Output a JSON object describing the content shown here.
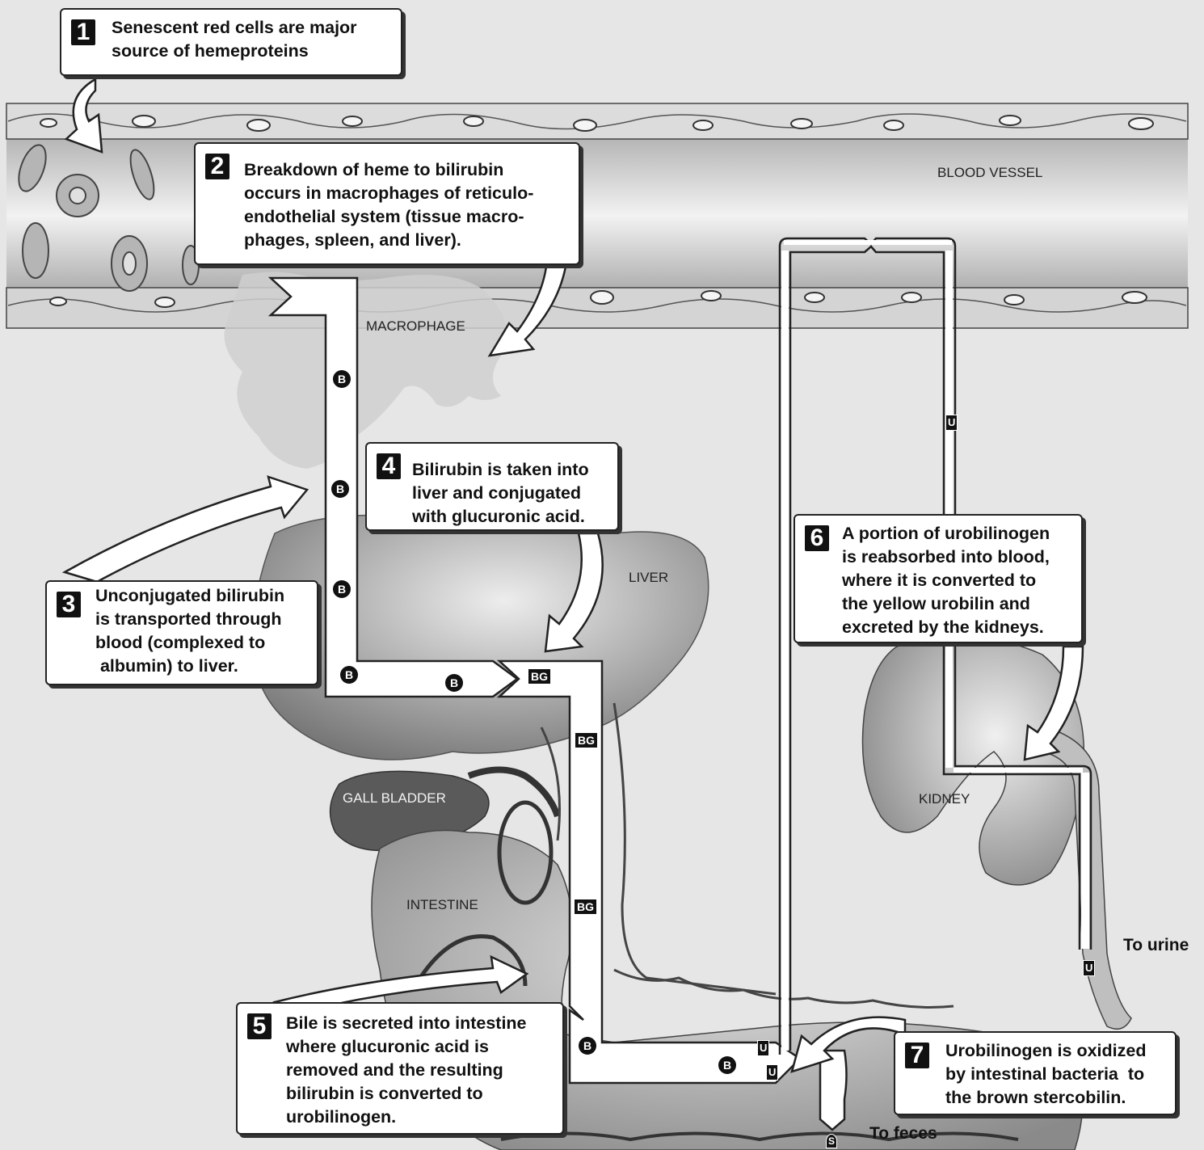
{
  "callouts": [
    {
      "num": "1",
      "text": "Senescent red cells are major\nsource of hemeproteins"
    },
    {
      "num": "2",
      "text": "Breakdown of heme to bilirubin\noccurs in macrophages of reticulo-\nendothelial system (tissue macro-\nphages, spleen, and liver)."
    },
    {
      "num": "3",
      "text": "Unconjugated bilirubin\nis transported through\nblood (complexed to\n albumin) to liver."
    },
    {
      "num": "4",
      "text": "Bilirubin is taken into\nliver and conjugated\nwith glucuronic acid."
    },
    {
      "num": "5",
      "text": "Bile is secreted into intestine\nwhere glucuronic acid is\nremoved and the resulting\nbilirubin is converted to\nurobilinogen."
    },
    {
      "num": "6",
      "text": "A portion of urobilinogen\nis reabsorbed into blood,\nwhere it is converted to\nthe yellow urobilin and\nexcreted by the kidneys."
    },
    {
      "num": "7",
      "text": "Urobilinogen is oxidized\nby intestinal bacteria  to\nthe brown stercobilin."
    }
  ],
  "labels": {
    "blood_vessel": "BLOOD VESSEL",
    "macrophage": "MACROPHAGE",
    "liver": "LIVER",
    "gall_bladder": "GALL BLADDER",
    "intestine": "INTESTINE",
    "kidney": "KIDNEY",
    "to_urine": "To urine",
    "to_feces": "To feces"
  },
  "tokens": {
    "bilirubin": "B",
    "bilirubin_glucuronide": "BG",
    "urobilinogen": "U",
    "stercobilin": "S"
  }
}
